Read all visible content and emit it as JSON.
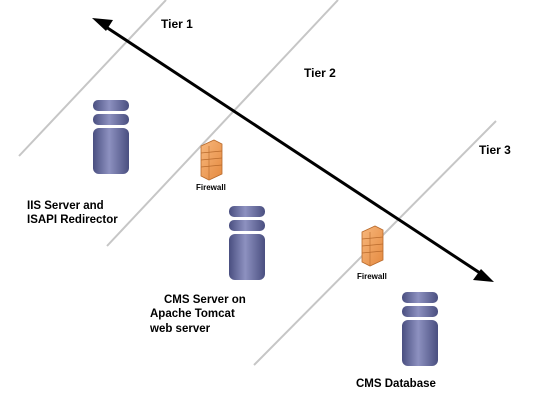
{
  "tiers": [
    {
      "label": "Tier 1"
    },
    {
      "label": "Tier 2"
    },
    {
      "label": "Tier 3"
    }
  ],
  "nodes": [
    {
      "lines": [
        "IIS Server and",
        "ISAPI Redirector"
      ]
    },
    {
      "lines": [
        "CMS Server on",
        "Apache Tomcat",
        "web server"
      ]
    },
    {
      "lines": [
        "CMS Database"
      ]
    }
  ],
  "firewalls": [
    {
      "label": "Firewall"
    },
    {
      "label": "Firewall"
    }
  ],
  "colors": {
    "server_dark": "#4a4f80",
    "server_light": "#8d91c0",
    "divider": "#c6c6c6",
    "firewall": "#f4a460",
    "arrow": "#000000"
  }
}
